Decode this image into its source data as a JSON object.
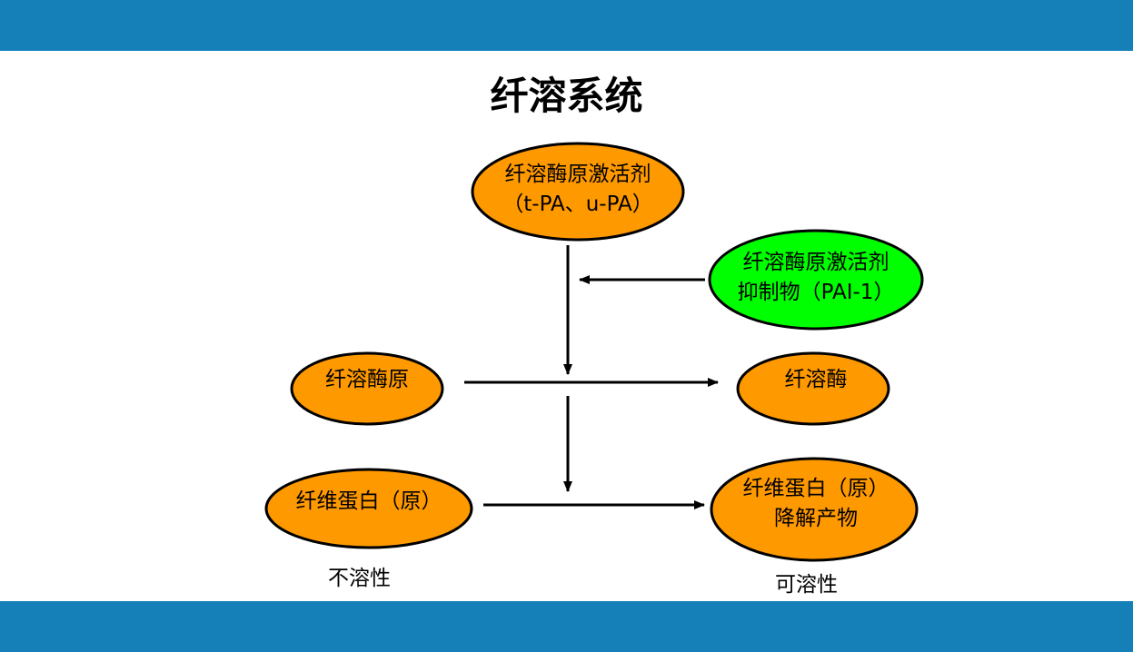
{
  "title": "纤溶系统",
  "colors": {
    "header_bar": "#1580b8",
    "node_orange": "#ff9900",
    "node_green": "#00ff00",
    "outline": "#000000"
  },
  "nodes": {
    "activator": {
      "line1": "纤溶酶原激活剂",
      "line2": "（t-PA、u-PA）"
    },
    "inhibitor": {
      "line1": "纤溶酶原激活剂",
      "line2": "抑制物（PAI-1）"
    },
    "plasminogen": {
      "label": "纤溶酶原"
    },
    "plasmin": {
      "label": "纤溶酶"
    },
    "fibrinogen": {
      "label": "纤维蛋白（原）"
    },
    "degradation": {
      "line1": "纤维蛋白（原）",
      "line2": "降解产物"
    }
  },
  "captions": {
    "insoluble": "不溶性",
    "soluble": "可溶性"
  }
}
